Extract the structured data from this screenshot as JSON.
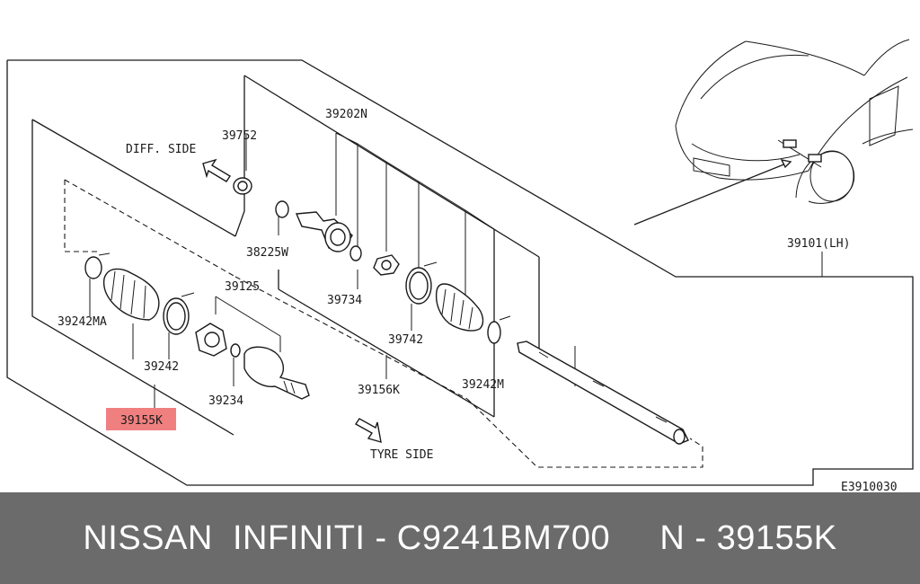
{
  "diagram": {
    "labels": {
      "p39752": "39752",
      "p39202n": "39202N",
      "diff_side": "DIFF. SIDE",
      "p38225w": "38225W",
      "p39734": "39734",
      "p39125": "39125",
      "p39242ma": "39242MA",
      "p39242": "39242",
      "p39155k": "39155K",
      "p39234": "39234",
      "p39742": "39742",
      "p39156k": "39156K",
      "p39242m": "39242M",
      "p39101lh": "39101(LH)",
      "tyre_side": "TYRE SIDE",
      "diagram_code": "E3910030"
    },
    "highlight_color": "#f08080"
  },
  "footer": {
    "text": "NISSAN  INFINITI - C9241BM700     N - 39155K",
    "background": "#6b6b6b"
  }
}
